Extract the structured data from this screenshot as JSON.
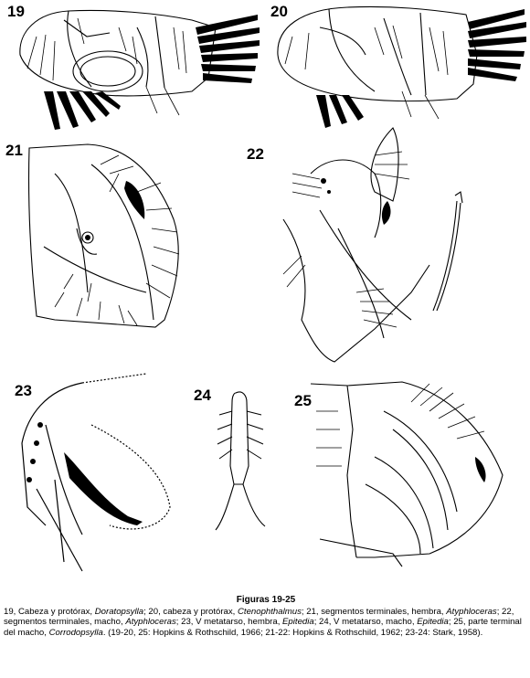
{
  "figures": {
    "f19": {
      "number": "19"
    },
    "f20": {
      "number": "20"
    },
    "f21": {
      "number": "21"
    },
    "f22": {
      "number": "22"
    },
    "f23": {
      "number": "23"
    },
    "f24": {
      "number": "24"
    },
    "f25": {
      "number": "25"
    }
  },
  "caption": {
    "title": "Figuras 19-25",
    "parts": [
      {
        "t": "19, Cabeza y protórax, ",
        "i": false
      },
      {
        "t": "Doratopsylla",
        "i": true
      },
      {
        "t": "; 20, cabeza y protórax, ",
        "i": false
      },
      {
        "t": "Ctenophthalmus",
        "i": true
      },
      {
        "t": "; 21, segmentos terminales, hembra, ",
        "i": false
      },
      {
        "t": "Atyphloceras",
        "i": true
      },
      {
        "t": "; 22, segmentos terminales, macho, ",
        "i": false
      },
      {
        "t": "Atyphloceras",
        "i": true
      },
      {
        "t": "; 23, V metatarso, hembra, ",
        "i": false
      },
      {
        "t": "Epitedia",
        "i": true
      },
      {
        "t": "; 24, V metatarso, macho, ",
        "i": false
      },
      {
        "t": "Epitedia",
        "i": true
      },
      {
        "t": "; 25, parte terminal del macho, ",
        "i": false
      },
      {
        "t": "Corrodopsylla",
        "i": true
      },
      {
        "t": ". (19-20, 25: Hopkins & Rothschild, 1966; 21-22: Hopkins & Rothschild, 1962; 23-24: Stark, 1958).",
        "i": false
      }
    ]
  },
  "colors": {
    "ink": "#000000",
    "paper": "#ffffff"
  }
}
